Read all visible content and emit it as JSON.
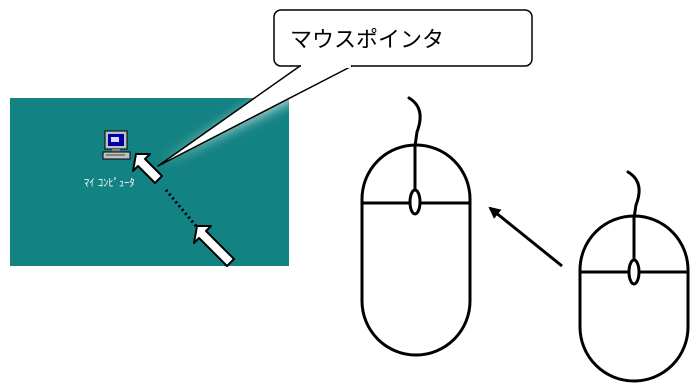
{
  "callout": {
    "text": "マウスポインタ"
  },
  "desktop": {
    "background_color": "#138282",
    "icon": {
      "name": "computer-icon",
      "label": "ﾏｲ ｺﾝﾋﾟｭｰﾀ"
    }
  },
  "mouse_pointer": {
    "fill": "#ffffff",
    "outline": "#000000",
    "motion": "dotted-trail"
  },
  "mouse_device": {
    "stroke": "#000000",
    "motion": "arrow-toward-left"
  }
}
